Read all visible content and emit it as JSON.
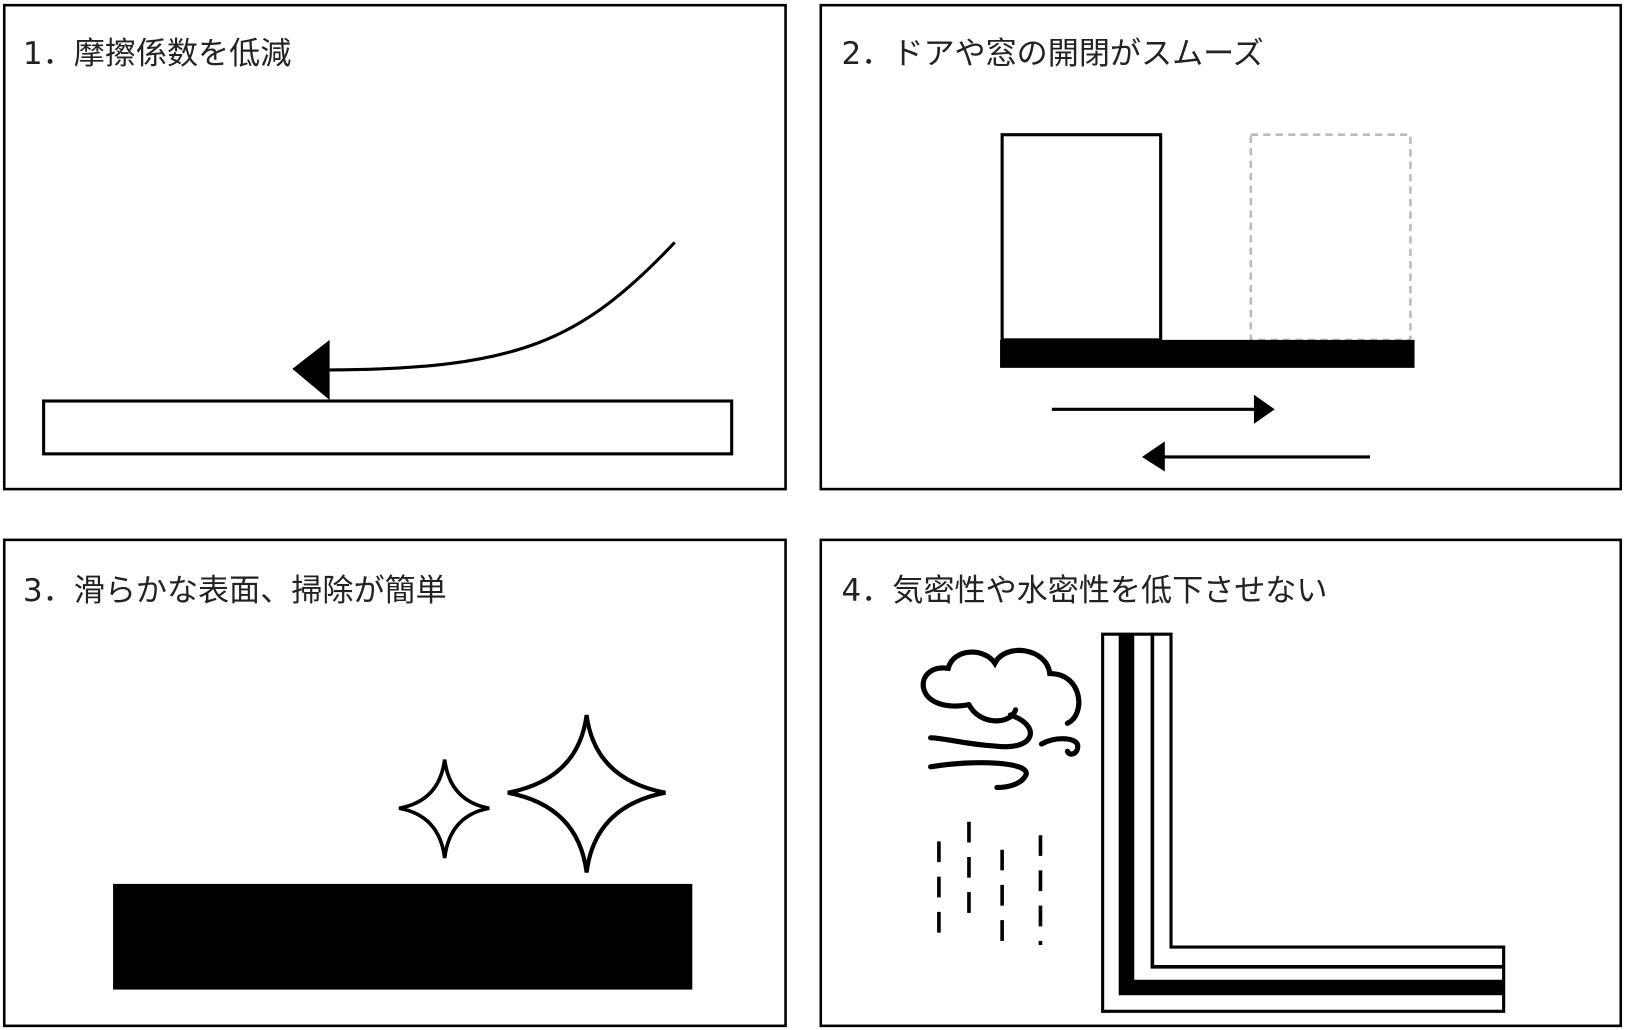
{
  "panels": [
    {
      "title": "1．摩擦係数を低減"
    },
    {
      "title": "2．ドアや窓の開閉がスムーズ"
    },
    {
      "title": "3．滑らかな表面、掃除が簡単"
    },
    {
      "title": "4．気密性や水密性を低下させない"
    }
  ],
  "colors": {
    "ink": "#000000",
    "ghost": "#bbbbbb",
    "background": "#ffffff"
  }
}
